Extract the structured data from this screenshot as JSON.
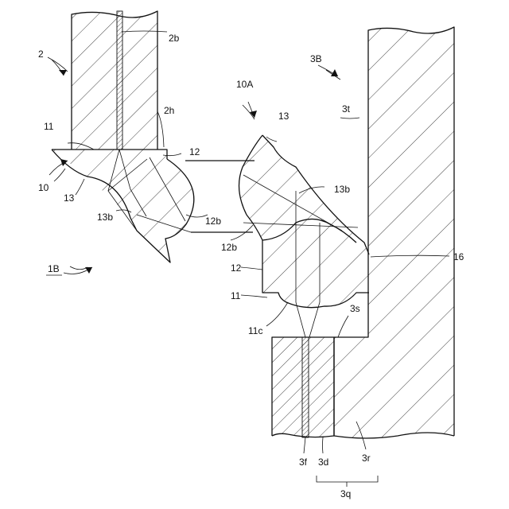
{
  "labels": {
    "l2": "2",
    "l2b": "2b",
    "l2h": "2h",
    "l3B": "3B",
    "l3t": "3t",
    "l10A": "10A",
    "l13_right": "13",
    "l11_left": "11",
    "l12_left": "12",
    "l10": "10",
    "l13_left": "13",
    "l13b_right": "13b",
    "l13b_left": "13b",
    "l12b_left": "12b",
    "l12b_right": "12b",
    "l1B": "1B",
    "l12_right": "12",
    "l16": "16",
    "l11_right": "11",
    "l11c": "11c",
    "l3s": "3s",
    "l3f": "3f",
    "l3d": "3d",
    "l3r": "3r",
    "l3q": "3q"
  },
  "colors": {
    "ink": "#111111",
    "background": "#ffffff"
  }
}
